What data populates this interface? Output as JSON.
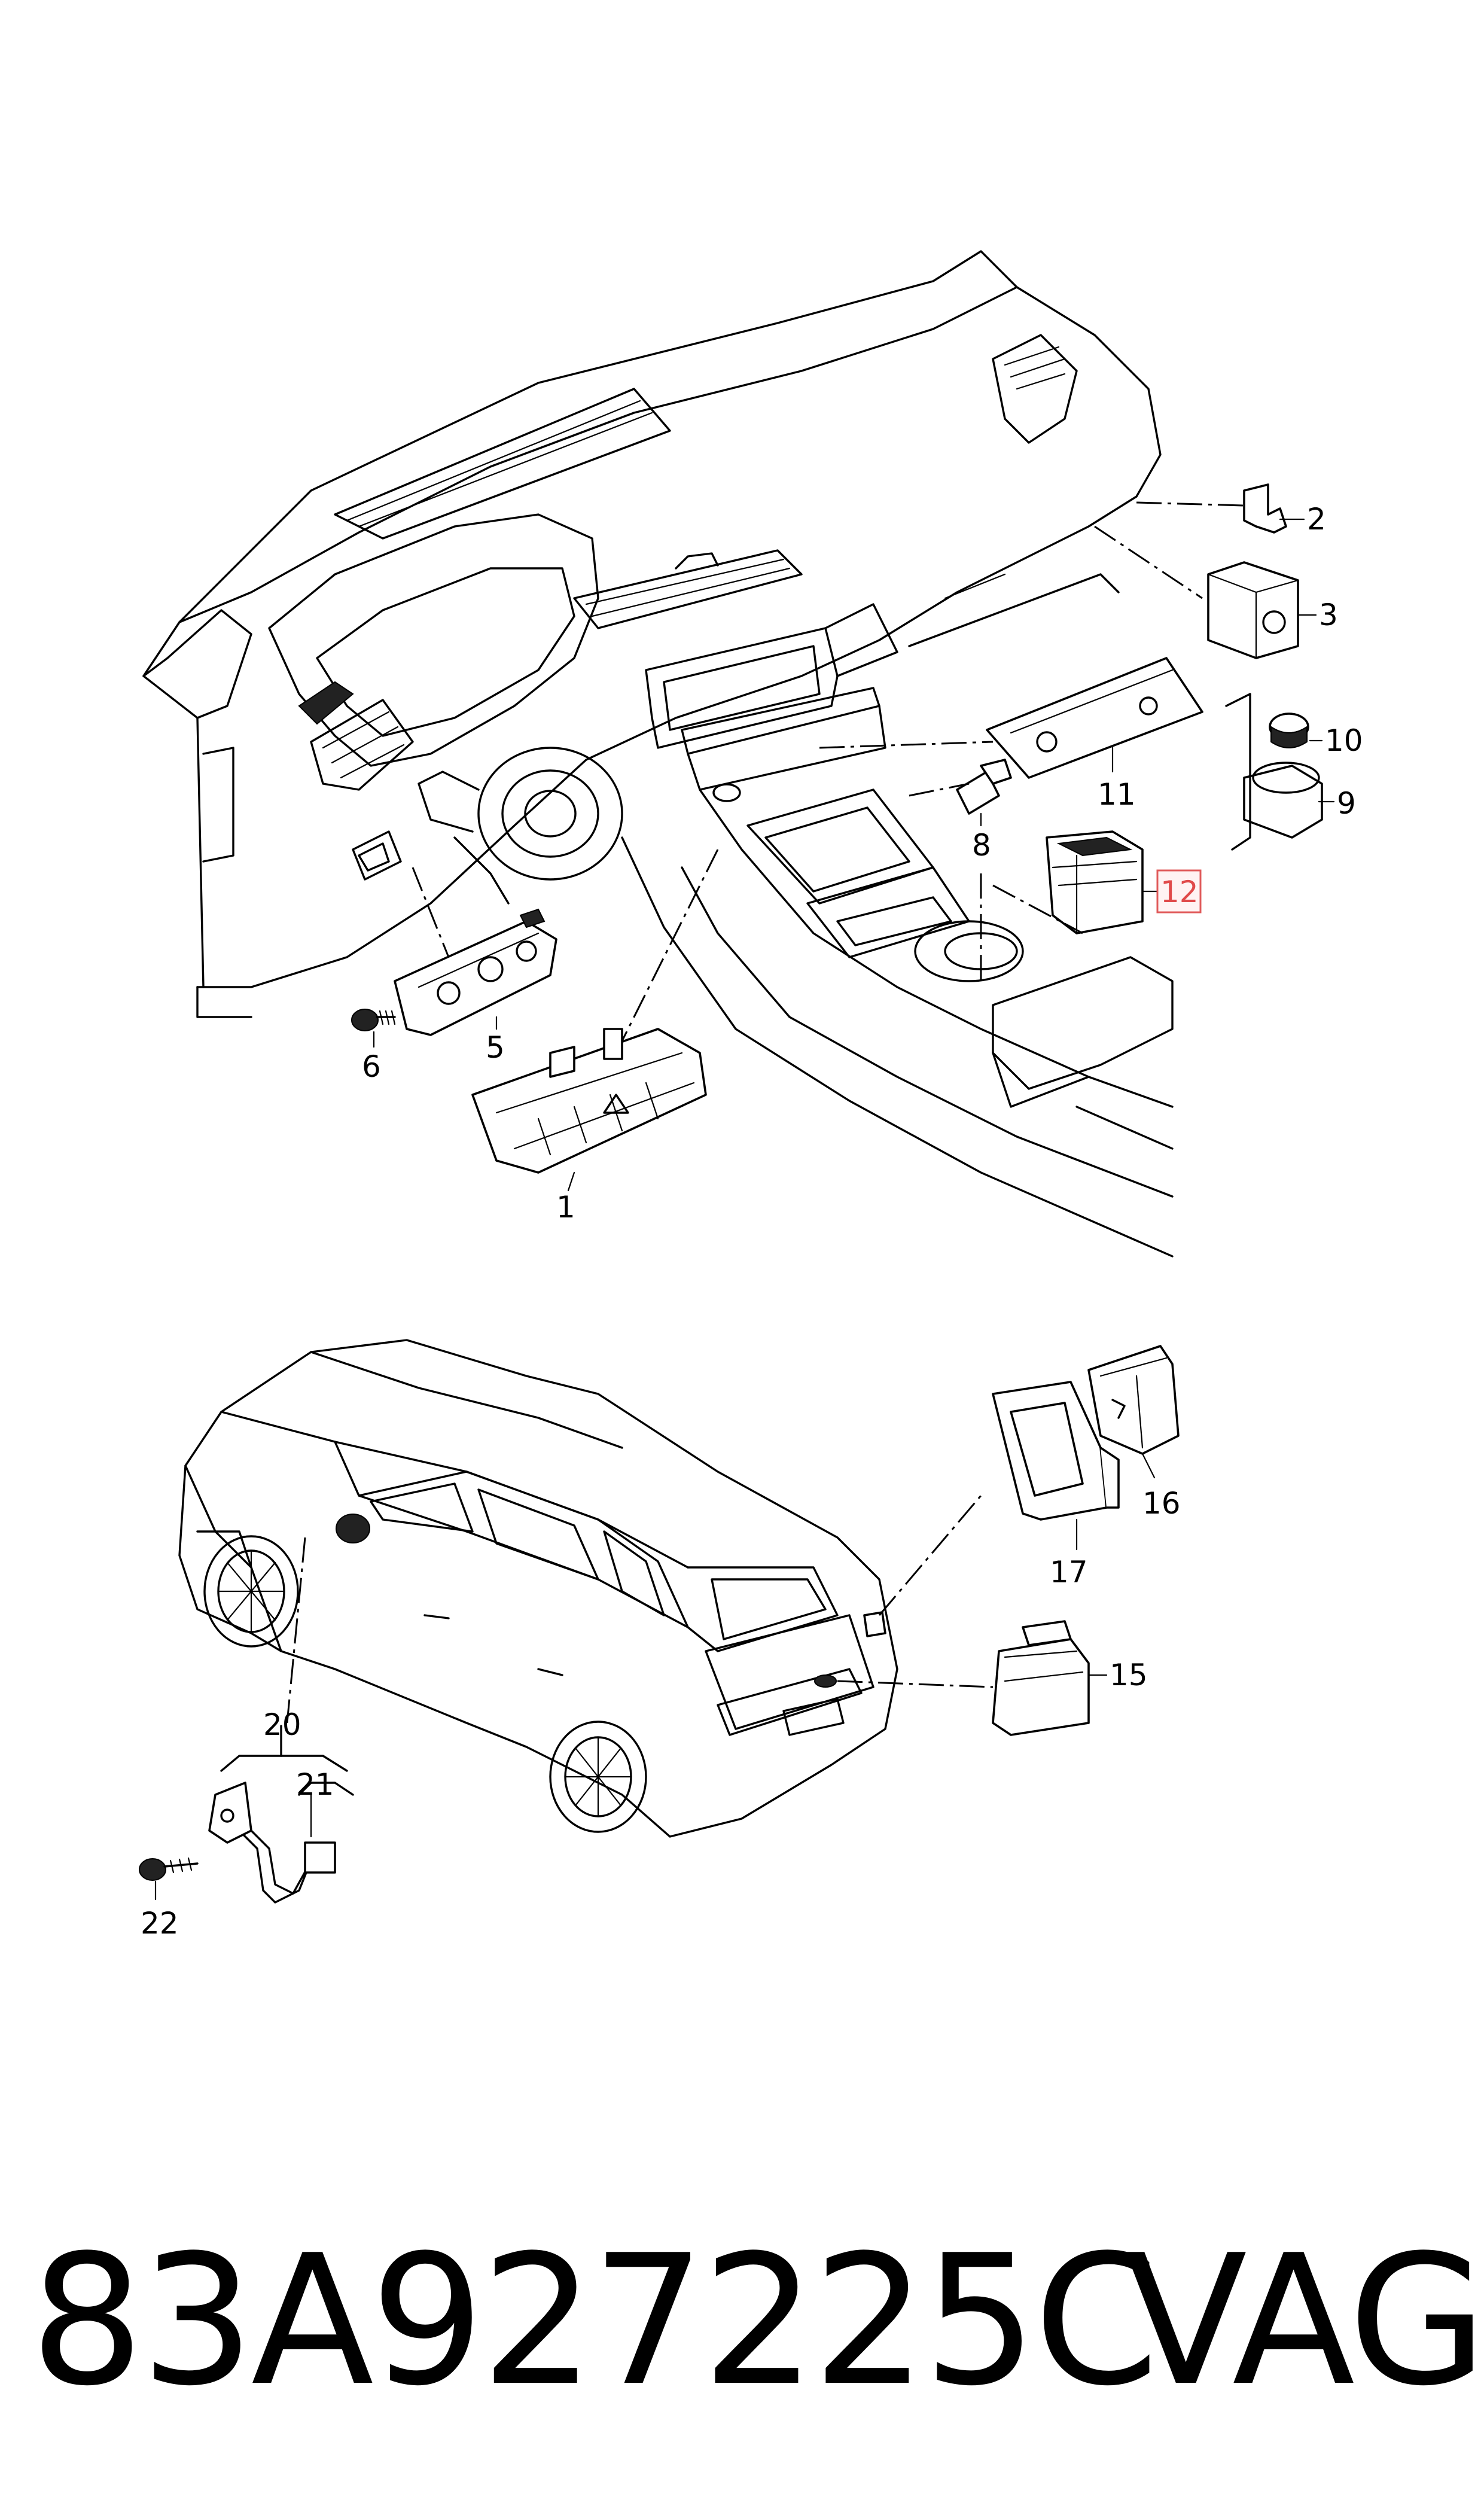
{
  "callouts": {
    "c1": "1",
    "c2": "2",
    "c3": "3",
    "c5": "5",
    "c6": "6",
    "c8": "8",
    "c9": "9",
    "c10": "10",
    "c11": "11",
    "c12": "12",
    "c15": "15",
    "c16": "16",
    "c17": "17",
    "c20": "20",
    "c21": "21",
    "c22": "22"
  },
  "highlighted_callout": "12",
  "footer": {
    "part_number": "83A927225C",
    "brand": "VAG"
  },
  "colors": {
    "line": "#000000",
    "highlight": "#e05a5a"
  }
}
